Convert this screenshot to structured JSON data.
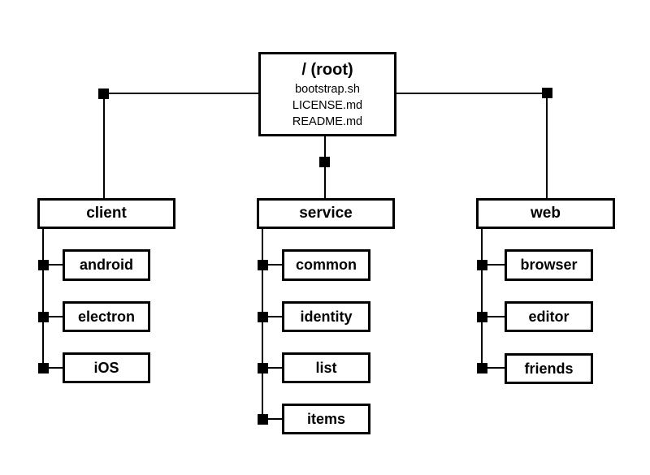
{
  "diagram": {
    "type": "directory-tree",
    "root": {
      "title": "/ (root)",
      "files": [
        "bootstrap.sh",
        "LICENSE.md",
        "README.md"
      ]
    },
    "branches": [
      {
        "label": "client",
        "children": [
          "android",
          "electron",
          "iOS"
        ]
      },
      {
        "label": "service",
        "children": [
          "common",
          "identity",
          "list",
          "items"
        ]
      },
      {
        "label": "web",
        "children": [
          "browser",
          "editor",
          "friends"
        ]
      }
    ],
    "colors": {
      "background": "#ffffff",
      "line": "#000000",
      "text": "#000000"
    }
  }
}
